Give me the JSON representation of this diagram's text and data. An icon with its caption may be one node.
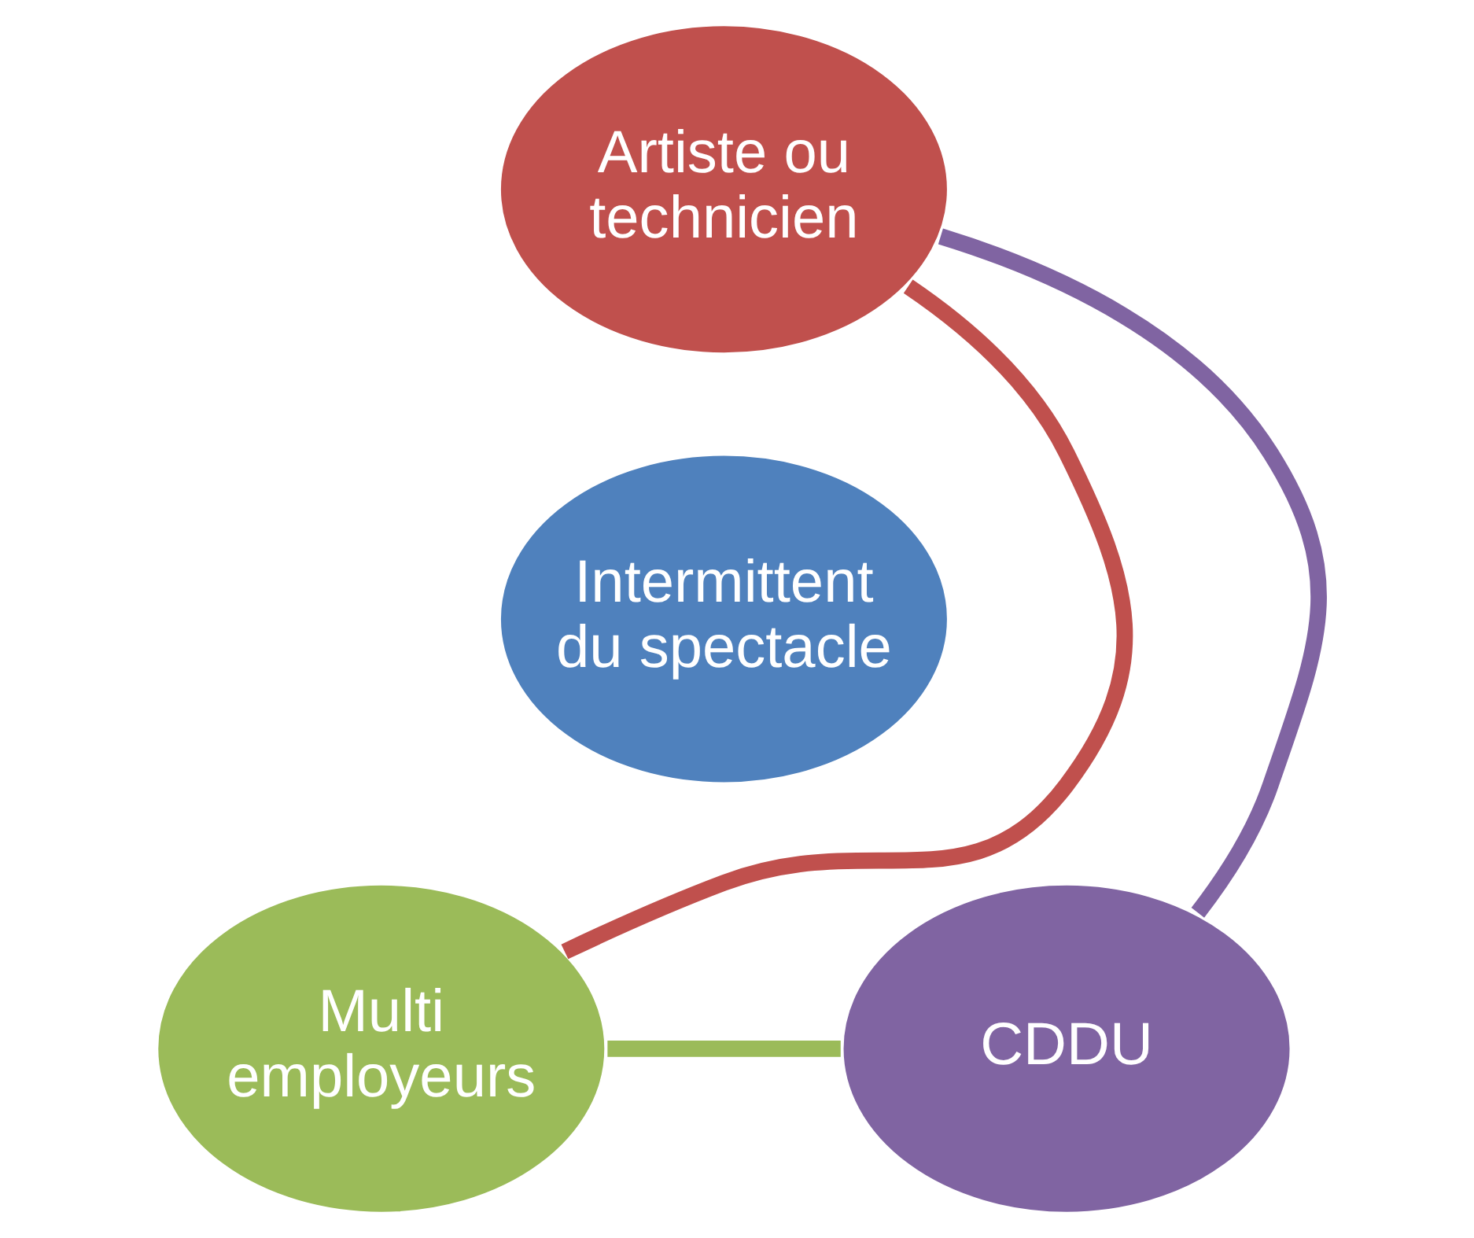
{
  "diagram": {
    "nodes": [
      {
        "text": [
          "Intermittent du spectacle"
        ]
      },
      {
        "text": [
          "Artiste ou technicien"
        ]
      },
      {
        "text": [
          "Multi employeurs"
        ]
      },
      {
        "text": [
          "CDDU"
        ]
      }
    ],
    "edges": [
      {
        "from": 1,
        "to": 2,
        "arrow": "none",
        "color": "#c0504d"
      },
      {
        "from": 2,
        "to": 3,
        "arrow": "none",
        "color": "#9bbb59"
      },
      {
        "from": 3,
        "to": 1,
        "arrow": "none",
        "color": "#8064a2"
      }
    ]
  }
}
